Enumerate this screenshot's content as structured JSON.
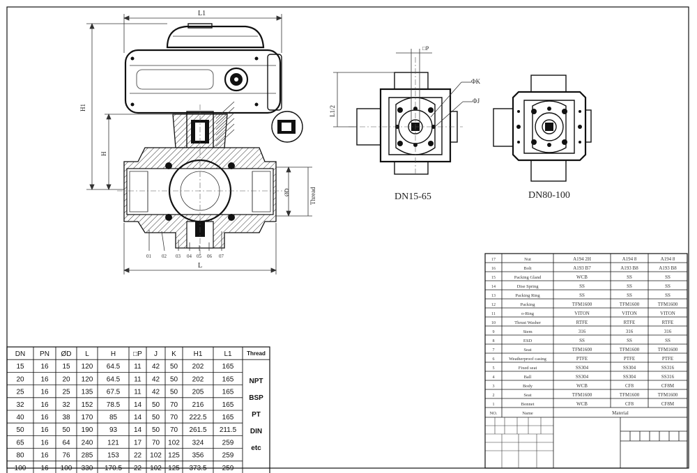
{
  "view_labels": {
    "left_small": "DN15-65",
    "right_small": "DN80-100"
  },
  "drawing_labels": {
    "L1": "L1",
    "H1": "H1",
    "H": "H",
    "L": "L",
    "thread": "Thread",
    "od": "ØD",
    "op": "□P",
    "ok": "ΦK",
    "oj": "ΦJ",
    "half_l1": "L1/2"
  },
  "callouts": [
    "01",
    "02",
    "03",
    "04",
    "05",
    "06",
    "07"
  ],
  "dim_table": {
    "headers": [
      "DN",
      "PN",
      "ØD",
      "L",
      "H",
      "□P",
      "J",
      "K",
      "H1",
      "L1"
    ],
    "thread_header": "Thread",
    "rows": [
      [
        "15",
        "16",
        "15",
        "120",
        "64.5",
        "11",
        "42",
        "50",
        "202",
        "165"
      ],
      [
        "20",
        "16",
        "20",
        "120",
        "64.5",
        "11",
        "42",
        "50",
        "202",
        "165"
      ],
      [
        "25",
        "16",
        "25",
        "135",
        "67.5",
        "11",
        "42",
        "50",
        "205",
        "165"
      ],
      [
        "32",
        "16",
        "32",
        "152",
        "78.5",
        "14",
        "50",
        "70",
        "216",
        "165"
      ],
      [
        "40",
        "16",
        "38",
        "170",
        "85",
        "14",
        "50",
        "70",
        "222.5",
        "165"
      ],
      [
        "50",
        "16",
        "50",
        "190",
        "93",
        "14",
        "50",
        "70",
        "261.5",
        "211.5"
      ],
      [
        "65",
        "16",
        "64",
        "240",
        "121",
        "17",
        "70",
        "102",
        "324",
        "259"
      ],
      [
        "80",
        "16",
        "76",
        "285",
        "153",
        "22",
        "102",
        "125",
        "356",
        "259"
      ],
      [
        "100",
        "16",
        "100",
        "330",
        "170.5",
        "22",
        "102",
        "125",
        "373.5",
        "259"
      ]
    ],
    "thread_values": [
      "NPT",
      "BSP",
      "PT",
      "DIN",
      "etc"
    ]
  },
  "material_table": {
    "rows": [
      {
        "no": "17",
        "name": "Nut",
        "m1": "A194 2H",
        "m2": "A194 8",
        "m3": "A194 8"
      },
      {
        "no": "16",
        "name": "Bolt",
        "m1": "A193 B7",
        "m2": "A193 B8",
        "m3": "A193 B8"
      },
      {
        "no": "15",
        "name": "Packing Gland",
        "m1": "WCB",
        "m2": "SS",
        "m3": "SS"
      },
      {
        "no": "14",
        "name": "Dise Spring",
        "m1": "SS",
        "m2": "SS",
        "m3": "SS"
      },
      {
        "no": "13",
        "name": "Packing Ring",
        "m1": "SS",
        "m2": "SS",
        "m3": "SS"
      },
      {
        "no": "12",
        "name": "Packing",
        "m1": "TFM1600",
        "m2": "TFM1600",
        "m3": "TFM1600"
      },
      {
        "no": "11",
        "name": "o-Ring",
        "m1": "VITON",
        "m2": "VITON",
        "m3": "VITON"
      },
      {
        "no": "10",
        "name": "Thrust Washer",
        "m1": "RTFE",
        "m2": "RTFE",
        "m3": "RTFE"
      },
      {
        "no": "9",
        "name": "Stem",
        "m1": "316",
        "m2": "316",
        "m3": "316"
      },
      {
        "no": "8",
        "name": "ESD",
        "m1": "SS",
        "m2": "SS",
        "m3": "SS"
      },
      {
        "no": "7",
        "name": "Seat",
        "m1": "TFM1600",
        "m2": "TFM1600",
        "m3": "TFM1600"
      },
      {
        "no": "6",
        "name": "Weatherproof casing",
        "m1": "PTFE",
        "m2": "PTFE",
        "m3": "PTFE"
      },
      {
        "no": "5",
        "name": "Fixed seat",
        "m1": "SS304",
        "m2": "SS304",
        "m3": "SS316"
      },
      {
        "no": "4",
        "name": "Ball",
        "m1": "SS304",
        "m2": "SS304",
        "m3": "SS316"
      },
      {
        "no": "3",
        "name": "Body",
        "m1": "WCB",
        "m2": "CF8",
        "m3": "CF8M"
      },
      {
        "no": "2",
        "name": "Seat",
        "m1": "TFM1600",
        "m2": "TFM1600",
        "m3": "TFM1600"
      },
      {
        "no": "1",
        "name": "Bonnet",
        "m1": "WCB",
        "m2": "CF8",
        "m3": "CF8M"
      }
    ],
    "footer_no": "NO.",
    "footer_name": "Name",
    "footer_material": "Material"
  }
}
